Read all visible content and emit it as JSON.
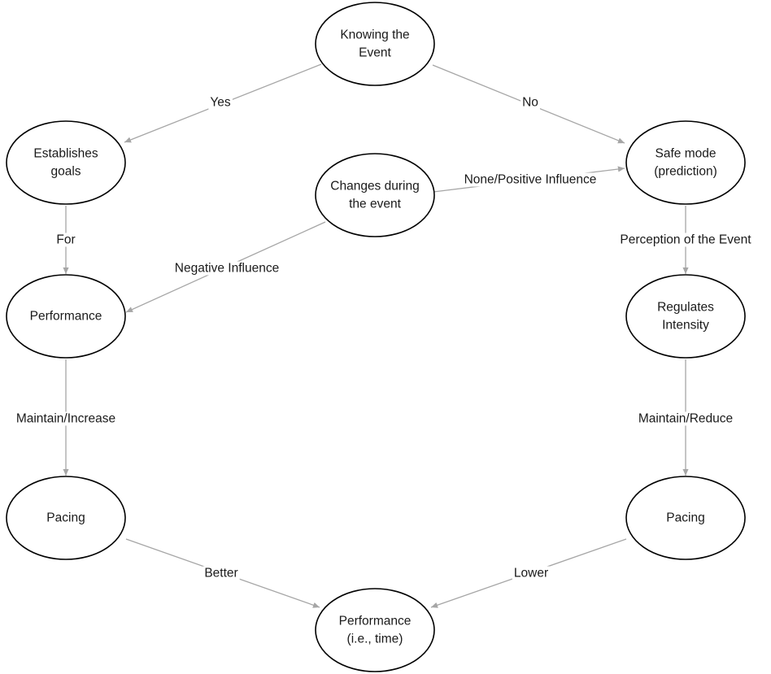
{
  "nodes": [
    {
      "id": "knowing",
      "lines": [
        "Knowing the",
        "Event"
      ]
    },
    {
      "id": "goals",
      "lines": [
        "Establishes",
        "goals"
      ]
    },
    {
      "id": "changes",
      "lines": [
        "Changes during",
        "the event"
      ]
    },
    {
      "id": "safe",
      "lines": [
        "Safe mode",
        "(prediction)"
      ]
    },
    {
      "id": "performance",
      "lines": [
        "Performance"
      ]
    },
    {
      "id": "regulates",
      "lines": [
        "Regulates",
        "Intensity"
      ]
    },
    {
      "id": "pacing_left",
      "lines": [
        "Pacing"
      ]
    },
    {
      "id": "pacing_right",
      "lines": [
        "Pacing"
      ]
    },
    {
      "id": "performance_time",
      "lines": [
        "Performance",
        "(i.e., time)"
      ]
    }
  ],
  "edges": [
    {
      "id": "yes",
      "from": "knowing",
      "to": "goals",
      "label": "Yes"
    },
    {
      "id": "no",
      "from": "knowing",
      "to": "safe",
      "label": "No"
    },
    {
      "id": "none_positive",
      "from": "changes",
      "to": "safe",
      "label": "None/Positive Influence"
    },
    {
      "id": "for",
      "from": "goals",
      "to": "performance",
      "label": "For"
    },
    {
      "id": "negative",
      "from": "changes",
      "to": "performance",
      "label": "Negative Influence"
    },
    {
      "id": "perception",
      "from": "safe",
      "to": "regulates",
      "label": "Perception of the Event"
    },
    {
      "id": "maintain_increase",
      "from": "performance",
      "to": "pacing_left",
      "label": "Maintain/Increase"
    },
    {
      "id": "maintain_reduce",
      "from": "regulates",
      "to": "pacing_right",
      "label": "Maintain/Reduce"
    },
    {
      "id": "better",
      "from": "pacing_left",
      "to": "performance_time",
      "label": "Better"
    },
    {
      "id": "lower",
      "from": "pacing_right",
      "to": "performance_time",
      "label": "Lower"
    }
  ],
  "colors": {
    "edge": "#a6a6a6",
    "node_stroke": "#000000",
    "text": "#1a1a1a"
  }
}
